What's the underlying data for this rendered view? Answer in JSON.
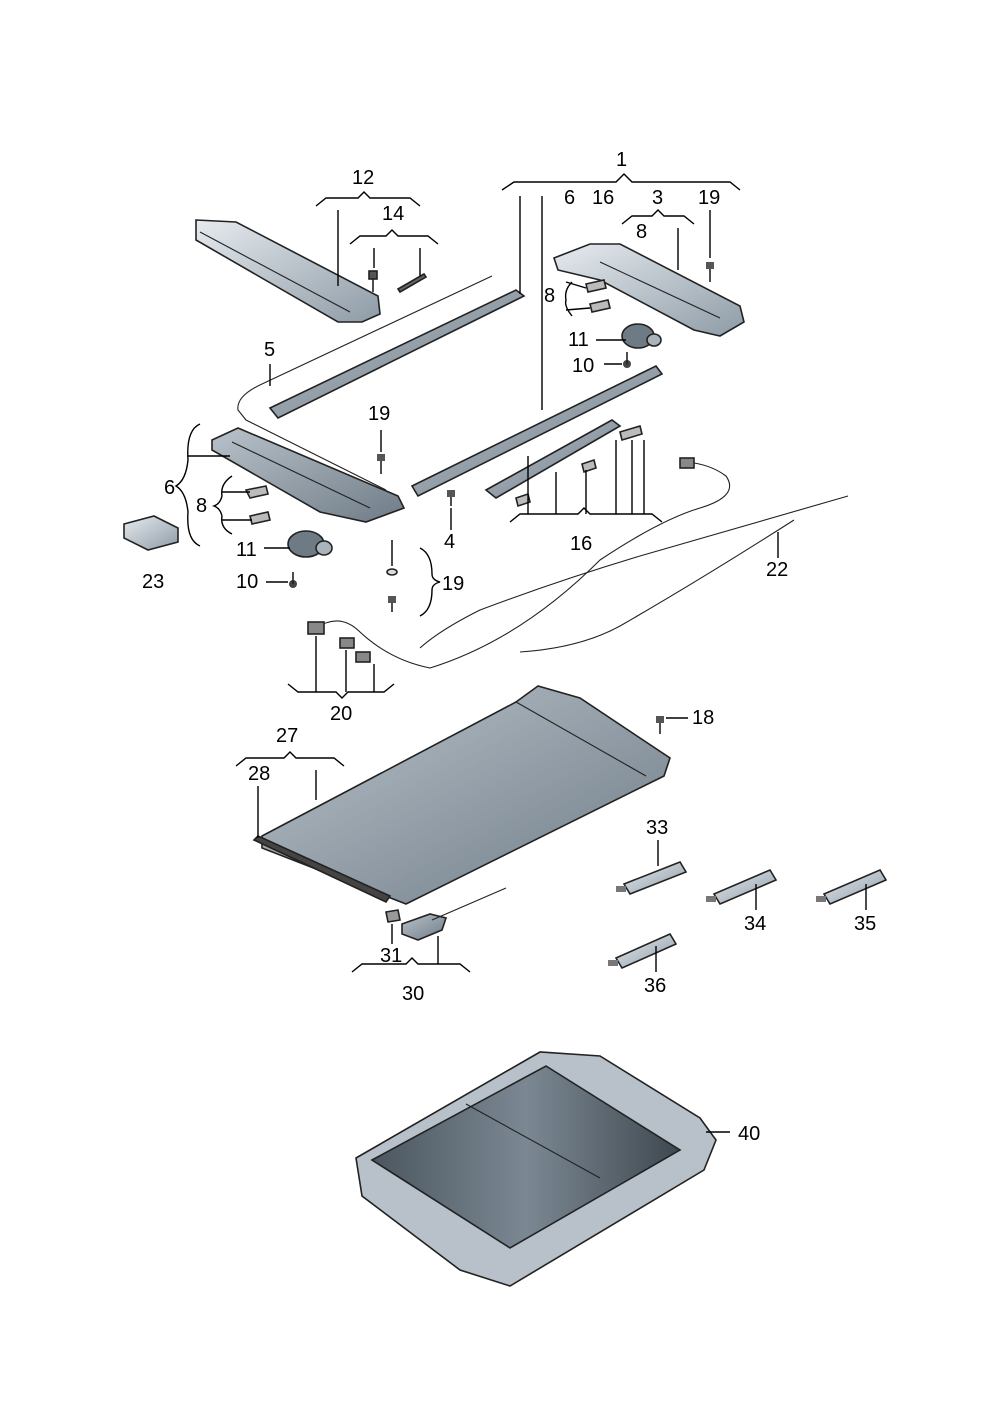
{
  "diagram": {
    "labels": {
      "l1": "1",
      "l3": "3",
      "l4": "4",
      "l5": "5",
      "l6a": "6",
      "l6b": "6",
      "l8a": "8",
      "l8b": "8",
      "l8c": "8",
      "l10a": "10",
      "l10b": "10",
      "l11a": "11",
      "l11b": "11",
      "l12": "12",
      "l14": "14",
      "l16a": "16",
      "l16b": "16",
      "l18": "18",
      "l19a": "19",
      "l19b": "19",
      "l19c": "19",
      "l20": "20",
      "l22": "22",
      "l23": "23",
      "l27": "27",
      "l28": "28",
      "l30": "30",
      "l31": "31",
      "l33": "33",
      "l34": "34",
      "l35": "35",
      "l36": "36",
      "l40": "40"
    },
    "colors": {
      "part_fill": "#c9d1d8",
      "part_dark": "#7d8a96",
      "panel_fill": "#9aa6b1",
      "glass_dark": "#5d6973",
      "line": "#000000"
    }
  }
}
